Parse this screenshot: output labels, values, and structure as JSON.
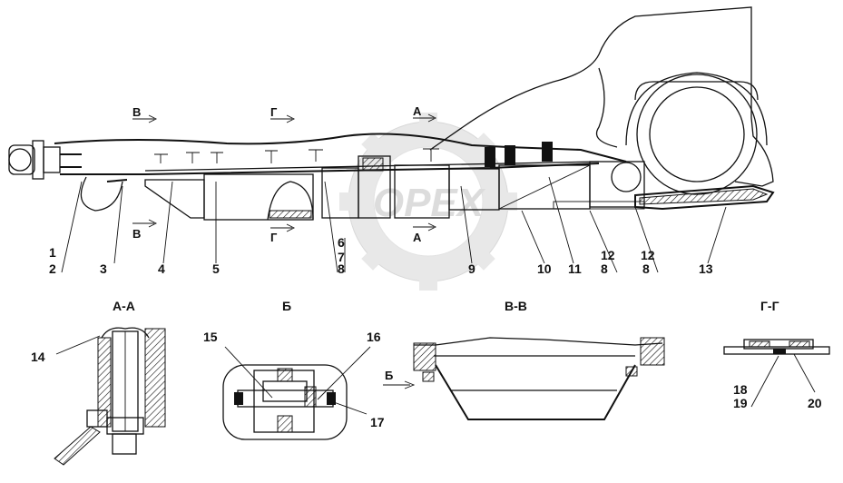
{
  "watermark": "OPEX",
  "main_view": {
    "section_marks": [
      "В",
      "Г",
      "А",
      "В",
      "Г",
      "А"
    ],
    "callouts": [
      "1",
      "2",
      "3",
      "4",
      "5",
      "6",
      "7",
      "8",
      "9",
      "10",
      "11",
      "12",
      "8",
      "12",
      "8",
      "13"
    ]
  },
  "details": {
    "aa": {
      "title": "А-А",
      "callouts": [
        "14"
      ]
    },
    "b": {
      "title": "Б",
      "callouts": [
        "15",
        "16",
        "17"
      ]
    },
    "vv": {
      "title": "В-В",
      "arrow_label": "Б"
    },
    "gg": {
      "title": "Г-Г",
      "callouts": [
        "18",
        "19",
        "20"
      ]
    }
  }
}
